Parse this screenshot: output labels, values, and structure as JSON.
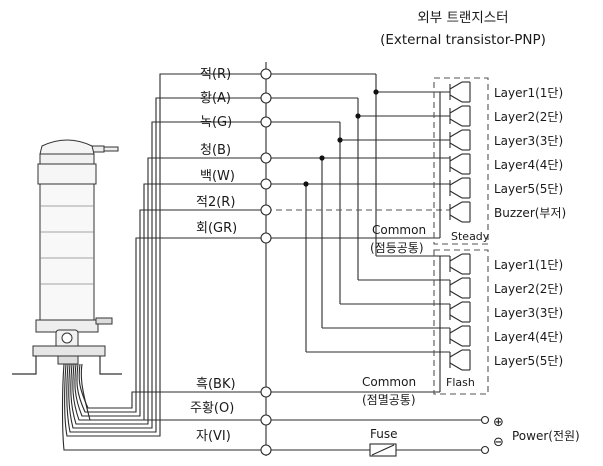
{
  "header": {
    "line1": "외부 트랜지스터",
    "line2": "(External transistor-PNP)"
  },
  "wires": [
    {
      "label": "적(R)"
    },
    {
      "label": "황(A)"
    },
    {
      "label": "녹(G)"
    },
    {
      "label": "청(B)"
    },
    {
      "label": "백(W)"
    },
    {
      "label": "적2(R)"
    },
    {
      "label": "회(GR)"
    },
    {
      "label": "흑(BK)"
    },
    {
      "label": "주황(O)"
    },
    {
      "label": "자(VI)"
    }
  ],
  "steady_outputs": [
    "Layer1(1단)",
    "Layer2(2단)",
    "Layer3(3단)",
    "Layer4(4단)",
    "Layer5(5단)",
    "Buzzer(부저)"
  ],
  "flash_outputs": [
    "Layer1(1단)",
    "Layer2(2단)",
    "Layer3(3단)",
    "Layer4(4단)",
    "Layer5(5단)"
  ],
  "boxes": {
    "steady_label": "Steady",
    "flash_label": "Flash"
  },
  "commons": {
    "steady_common": "Common",
    "steady_common_ko": "(점등공통)",
    "flash_common": "Common",
    "flash_common_ko": "(점멸공통)"
  },
  "power": {
    "fuse_label": "Fuse",
    "plus_symbol": "⊕",
    "minus_symbol": "⊖",
    "label": "Power(전원)"
  }
}
